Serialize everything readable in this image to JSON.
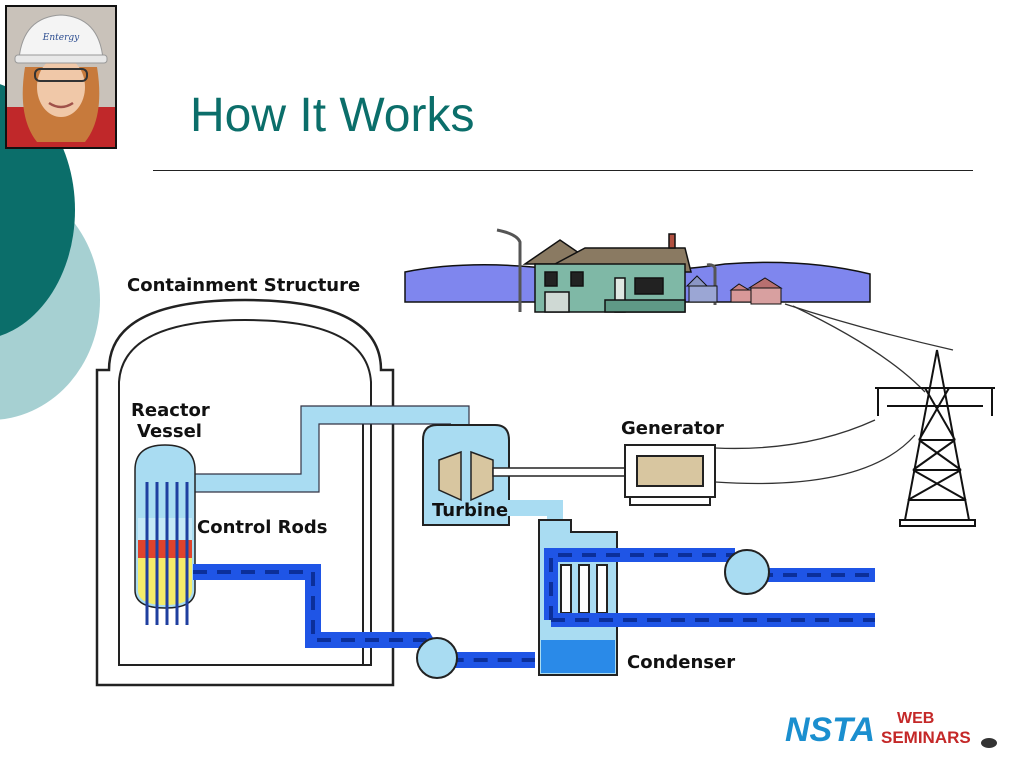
{
  "slide": {
    "title": "How It Works"
  },
  "diagram": {
    "labels": {
      "containment": "Containment Structure",
      "reactor_line1": "Reactor",
      "reactor_line2": "Vessel",
      "control_rods": "Control Rods",
      "generator": "Generator",
      "turbine": "Turbine",
      "condenser": "Condenser"
    }
  },
  "logo": {
    "mark": "NSTA",
    "line1": "WEB",
    "line2": "SEMINARS"
  },
  "colors": {
    "title": "#0b6e6a",
    "steam": "#a9dcf2",
    "water": "#1f55e6",
    "sky_band": "#7f86ee",
    "accent_red": "#cc2222"
  },
  "photo": {
    "helmet_text": "Entergy"
  }
}
